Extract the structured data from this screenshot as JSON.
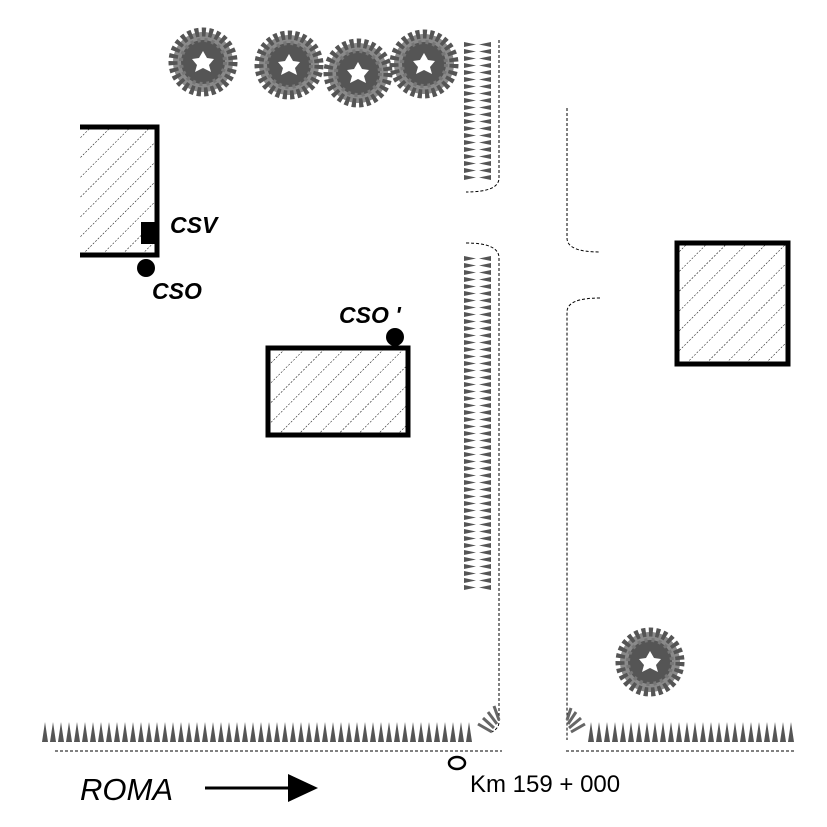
{
  "labels": {
    "csv": "CSV",
    "cso": "CSO",
    "cso_prime": "CSO '",
    "direction": "ROMA",
    "km_marker": "Km 159 + 000"
  },
  "colors": {
    "ink": "#000000",
    "vegetation": "#555555",
    "vegetation_light": "#8a8a8a",
    "background": "#ffffff"
  },
  "icons": {
    "tree": "tree-icon",
    "direction_arrow": "arrow-right-icon",
    "measurement_point": "measurement-point-icon",
    "km_marker": "km-marker-icon"
  }
}
